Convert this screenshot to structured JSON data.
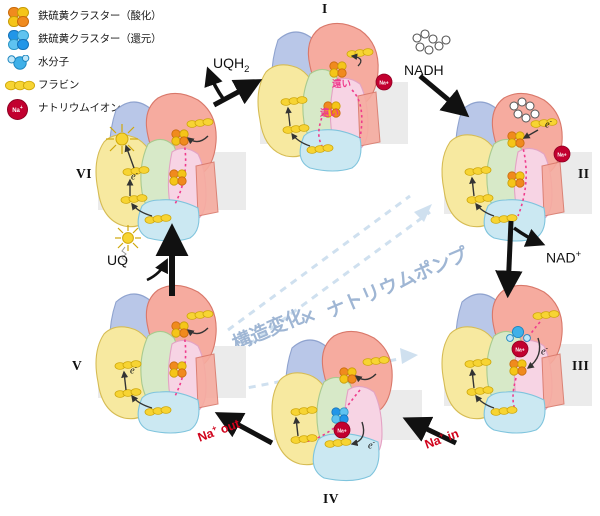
{
  "figure": {
    "title_hidden": "",
    "center_label_left": "構造変化",
    "center_label_mult": "×",
    "center_label_right": "ナトリウムポンプ"
  },
  "legend": {
    "items": [
      {
        "icon": "iron-sulfur-cluster-oxidized-icon",
        "label": "鉄硫黄クラスター（酸化）",
        "color": "#f08a1e"
      },
      {
        "icon": "iron-sulfur-cluster-reduced-icon",
        "label": "鉄硫黄クラスター（還元）",
        "color": "#2196e8"
      },
      {
        "icon": "water-molecule-icon",
        "label": "水分子",
        "color": "#3fb0e8"
      },
      {
        "icon": "flavin-icon",
        "label": "フラビン",
        "color": "#f7d433"
      },
      {
        "icon": "sodium-ion-icon",
        "label": "ナトリウムイオン",
        "color": "#c2002f"
      }
    ]
  },
  "states": [
    {
      "id": "state-1",
      "numeral": "I",
      "annotations": [
        "遠い",
        "遠い"
      ]
    },
    {
      "id": "state-2",
      "numeral": "II",
      "annotations": [
        "e-"
      ]
    },
    {
      "id": "state-3",
      "numeral": "III",
      "annotations": [
        "e-"
      ]
    },
    {
      "id": "state-4",
      "numeral": "IV",
      "annotations": [
        "e-"
      ]
    },
    {
      "id": "state-5",
      "numeral": "V",
      "annotations": [
        "e-"
      ]
    },
    {
      "id": "state-6",
      "numeral": "VI",
      "annotations": [
        "e-"
      ]
    }
  ],
  "reaction_labels": {
    "uqh2": "UQH",
    "uqh2_sub": "2",
    "nadh": "NADH",
    "nad_plus": "NAD",
    "nad_plus_sup": "+",
    "uq": "UQ",
    "na_in": "Na",
    "na_in_sup": "+",
    "na_in_word": "in",
    "na_out": "Na",
    "na_out_sup": "+",
    "na_out_word": "out"
  },
  "electron_label": "e",
  "electron_sup": "-",
  "colors": {
    "subunit_blue": "#b9c7e8",
    "subunit_salmon": "#f6ab9f",
    "subunit_yellow": "#f7e9a0",
    "subunit_green": "#d7e9c8",
    "subunit_pink": "#f7d4e4",
    "subunit_cyan": "#cbe8f2",
    "membrane_band": "#ebebeb",
    "flavin": "#f7d433",
    "cluster_ox": "#f08a1e",
    "cluster_red": "#2196e8",
    "sodium": "#c2002f",
    "accent_pink_path": "#ef3b8c",
    "center_text": "#9fb6d4"
  }
}
